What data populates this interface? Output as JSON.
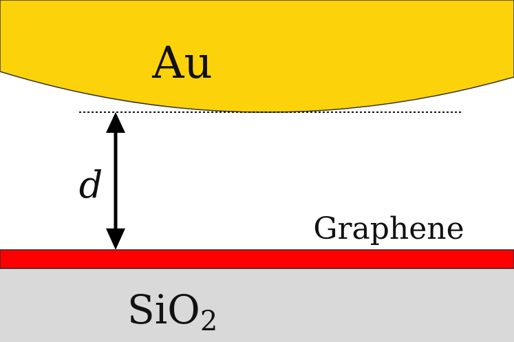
{
  "labels": {
    "gold": "Au",
    "distance": "d",
    "graphene": "Graphene",
    "substrate_main": "SiO",
    "substrate_sub": "2"
  },
  "colors": {
    "gold": "#FCD20A",
    "graphene": "#FF0000",
    "substrate": "#D9D9D9",
    "outline": "#333333",
    "text": "#111111"
  }
}
